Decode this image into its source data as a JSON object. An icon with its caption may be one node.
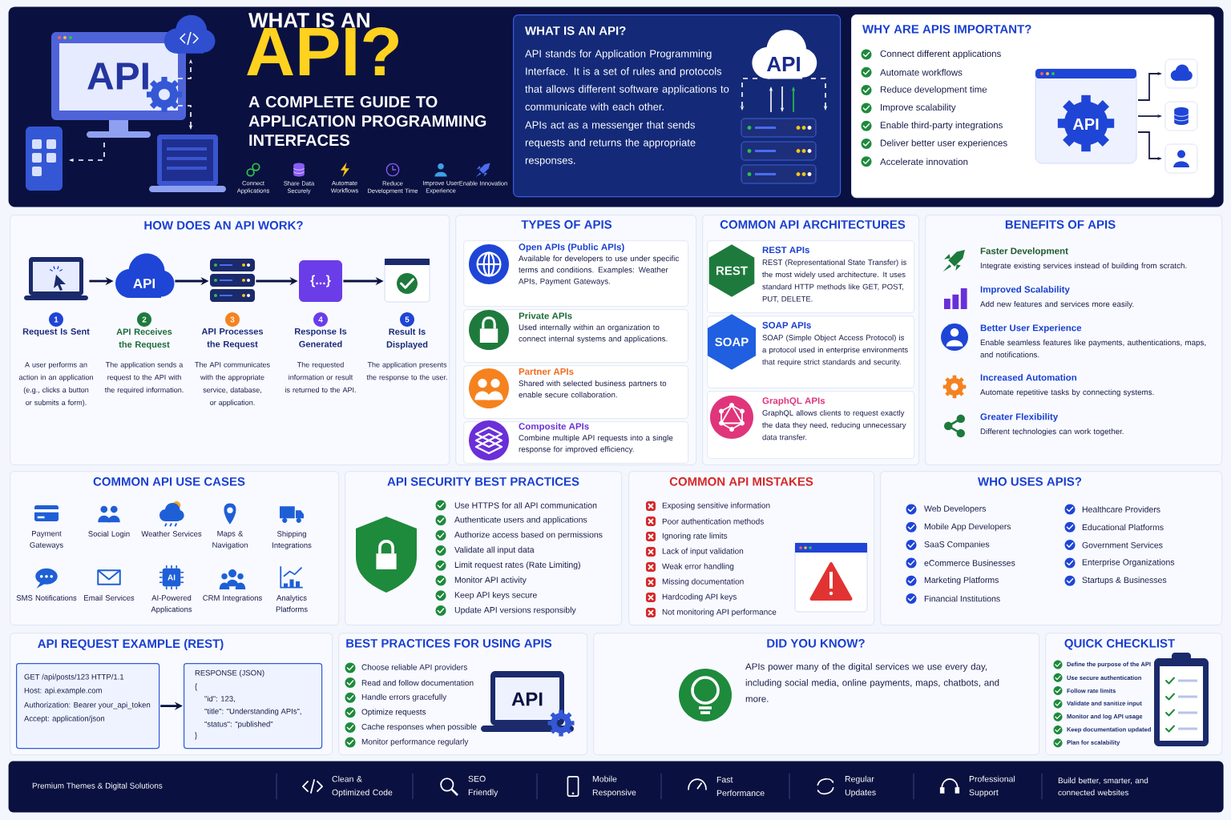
{
  "diagram": {
    "nodes": [
      {
        "text": [
          "WHAT IS AN",
          "API?",
          "A COMPLETE GUIDE TO APPLICATION PROGRAMMING INTERFACES",
          "Connect Applications",
          "Share Data Securely",
          "Automate Workflows",
          "Reduce Development Time",
          "Improve User Experience",
          "Enable Innovation"
        ]
      },
      {
        "text": [
          "WHAT IS AN API?",
          "API stands for Application Programming Interface. It is a set of rules and protocols that allows different software applications to communicate with each other.",
          "APIs act as a messenger that sends requests and returns the appropriate responses."
        ],
        "in": 0
      },
      {
        "text": [
          "WHY ARE APIS IMPORTANT?",
          "Connect different applications",
          "Automate workflows",
          "Reduce development time",
          "Improve scalability",
          "Enable third-party integrations",
          "Deliver better user experiences",
          "Accelerate innovation"
        ],
        "in": 0
      },
      {
        "text": [
          "HOW DOES AN API WORK?"
        ]
      },
      {
        "text": [],
        "shape": "picture",
        "in": 3,
        "beside": [
          "1",
          "Request Is Sent",
          "A user performs an action in an application (e.g., clicks a button or submits a form)."
        ]
      },
      {
        "text": [],
        "shape": "picture",
        "in": 3,
        "beside": [
          "2",
          "API Receives the Request",
          "The application sends a request to the API with the required information."
        ]
      },
      {
        "text": [],
        "shape": "picture",
        "in": 3,
        "beside": [
          "3",
          "API Processes the Request",
          "The API communicates with the appropriate service, database, or application."
        ]
      },
      {
        "text": [
          "{...}"
        ],
        "in": 3,
        "beside": [
          "4",
          "Response Is Generated",
          "The requested information or result is returned to the API."
        ]
      },
      {
        "text": [],
        "shape": "picture",
        "in": 3,
        "beside": [
          "5",
          "Result Is Displayed",
          "The application presents the response to the user."
        ]
      },
      {
        "text": [
          "TYPES OF APIS"
        ]
      },
      {
        "text": [
          "Open APIs (Public APIs)",
          "Available for developers to use under specific terms and conditions. Examples: Weather APIs, Payment Gateways."
        ],
        "in": 9
      },
      {
        "text": [
          "Private APIs",
          "Used internally within an organization to connect internal systems and applications."
        ],
        "in": 9
      },
      {
        "text": [
          "Partner APIs",
          "Shared with selected business partners to enable secure collaboration."
        ],
        "in": 9
      },
      {
        "text": [
          "Composite APIs",
          "Combine multiple API requests into a single response for improved efficiency."
        ],
        "in": 9
      },
      {
        "text": [
          "COMMON API ARCHITECTURES"
        ]
      },
      {
        "text": [
          "REST APIs",
          "REST (Representational State Transfer) is the most widely used architecture. It uses standard HTTP methods like GET, POST, PUT, DELETE."
        ],
        "in": 14
      },
      {
        "text": [
          "REST"
        ],
        "in": 15
      },
      {
        "text": [
          "SOAP APIs",
          "SOAP (Simple Object Access Protocol) is a protocol used in enterprise environments that require strict standards and security."
        ],
        "in": 14
      },
      {
        "text": [
          "SOAP"
        ],
        "in": 17
      },
      {
        "text": [
          "GraphQL APIs",
          "GraphQL allows clients to request exactly the data they need, reducing unnecessary data transfer."
        ],
        "in": 14
      },
      {
        "text": [
          "BENEFITS OF APIS",
          "Faster Development",
          "Integrate existing services instead of building from scratch.",
          "Improved Scalability",
          "Add new features and services more easily.",
          "Better User Experience",
          "Enable seamless features like payments, authentications, maps, and notifications.",
          "Increased Automation",
          "Automate repetitive tasks by connecting systems.",
          "Greater Flexibility",
          "Different technologies can work together."
        ]
      },
      {
        "text": [
          "COMMON API USE CASES",
          "Payment Gateways",
          "Social Login",
          "Weather Services",
          "Maps & Navigation",
          "Shipping Integrations",
          "SMS Notifications",
          "Email Services",
          "AI-Powered Applications",
          "CRM Integrations",
          "Analytics Platforms"
        ]
      },
      {
        "text": [
          "API SECURITY BEST PRACTICES",
          "Use HTTPS for all API communication",
          "Authenticate users and applications",
          "Authorize access based on permissions",
          "Validate all input data",
          "Limit request rates (Rate Limiting)",
          "Monitor API activity",
          "Keep API keys secure",
          "Update API versions responsibly"
        ]
      },
      {
        "text": [
          "COMMON API MISTAKES",
          "Exposing sensitive information",
          "Poor authentication methods",
          "Ignoring rate limits",
          "Lack of input validation",
          "Weak error handling",
          "Missing documentation",
          "Hardcoding API keys",
          "Not monitoring API performance"
        ]
      },
      {
        "text": [
          "WHO USES APIS?",
          "Web Developers",
          "Mobile App Developers",
          "SaaS Companies",
          "eCommerce Businesses",
          "Marketing Platforms",
          "Financial Institutions",
          "Healthcare Providers",
          "Educational Platforms",
          "Government Services",
          "Enterprise Organizations",
          "Startups & Businesses"
        ]
      },
      {
        "text": [
          "API REQUEST EXAMPLE (REST)"
        ]
      },
      {
        "text": [
          "GET /api/posts/123 HTTP/1.1",
          "Host: api.example.com",
          "Authorization: Bearer your_api_token",
          "Accept: application/json"
        ],
        "in": 25
      },
      {
        "text": [
          "RESPONSE (JSON)",
          "{",
          "\"id\": 123,",
          "\"title\": \"Understanding APIs\",",
          "\"status\": \"published\"",
          "}"
        ],
        "in": 25
      },
      {
        "text": [
          "BEST PRACTICES FOR USING APIS",
          "Choose reliable API providers",
          "Read and follow documentation",
          "Handle errors gracefully",
          "Optimize requests",
          "Cache responses when possible",
          "Monitor performance regularly"
        ]
      },
      {
        "text": [
          "DID YOU KNOW?",
          "APIs power many of the digital services we use every day, including social media, online payments, maps, chatbots, and more."
        ]
      },
      {
        "text": [
          "QUICK CHECKLIST",
          "Define the purpose of the API",
          "Use secure authentication",
          "Follow rate limits",
          "Validate and sanitize input",
          "Monitor and log API usage",
          "Keep documentation updated",
          "Plan for scalability"
        ]
      },
      {
        "text": [
          "Premium Themes & Digital Solutions",
          "Clean & Optimized Code",
          "SEO Friendly",
          "Mobile Responsive",
          "Fast Performance",
          "Regular Updates",
          "Professional Support",
          "Build better, smarter, and connected websites"
        ]
      }
    ],
    "edges": [
      {
        "from": 4,
        "to": 5,
        "arrow": "to"
      },
      {
        "from": 5,
        "to": 6,
        "arrow": "to"
      },
      {
        "from": 6,
        "to": 7,
        "arrow": "to"
      },
      {
        "from": 7,
        "to": 8,
        "arrow": "to"
      },
      {
        "from": 26,
        "to": 27,
        "arrow": "to"
      }
    ],
    "labels": [
      "API",
      "API",
      "API",
      "API",
      "AI",
      "API"
    ]
  }
}
